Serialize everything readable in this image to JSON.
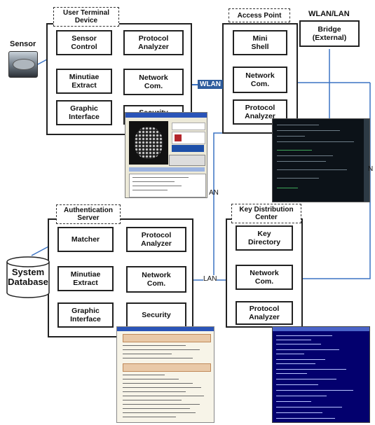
{
  "user_terminal": {
    "title": "User Terminal\nDevice",
    "sensor_control": "Sensor\nControl",
    "protocol_analyzer": "Protocol\nAnalyzer",
    "minutiae_extract": "Minutiae\nExtract",
    "network_com": "Network\nCom.",
    "graphic_interface": "Graphic\nInterface",
    "security": "Security"
  },
  "sensor_label": "Sensor",
  "access_point": {
    "title": "Access Point",
    "mini_shell": "Mini\nShell",
    "network_com": "Network\nCom.",
    "protocol_analyzer": "Protocol\nAnalyzer"
  },
  "wlan_bridge": {
    "label": "WLAN/LAN",
    "box_text": "Bridge\n(External)"
  },
  "auth_server": {
    "title": "Authentication\nServer",
    "matcher": "Matcher",
    "protocol_analyzer": "Protocol\nAnalyzer",
    "minutiae_extract": "Minutiae\nExtract",
    "network_com": "Network\nCom.",
    "graphic_interface": "Graphic\nInterface",
    "security": "Security"
  },
  "system_db": "System\nDatabase",
  "kdc": {
    "title": "Key Distribution\nCenter",
    "key_directory": "Key\nDirectory",
    "network_com": "Network\nCom.",
    "protocol_analyzer": "Protocol\nAnalyzer"
  },
  "links": {
    "wlan": "WLAN",
    "lan_left": "AN",
    "lan_mid": "LAN",
    "lan_right": "N"
  },
  "colors": {
    "link_blue": "#3b73c4",
    "wlan_badge": "#2f5d9e"
  }
}
